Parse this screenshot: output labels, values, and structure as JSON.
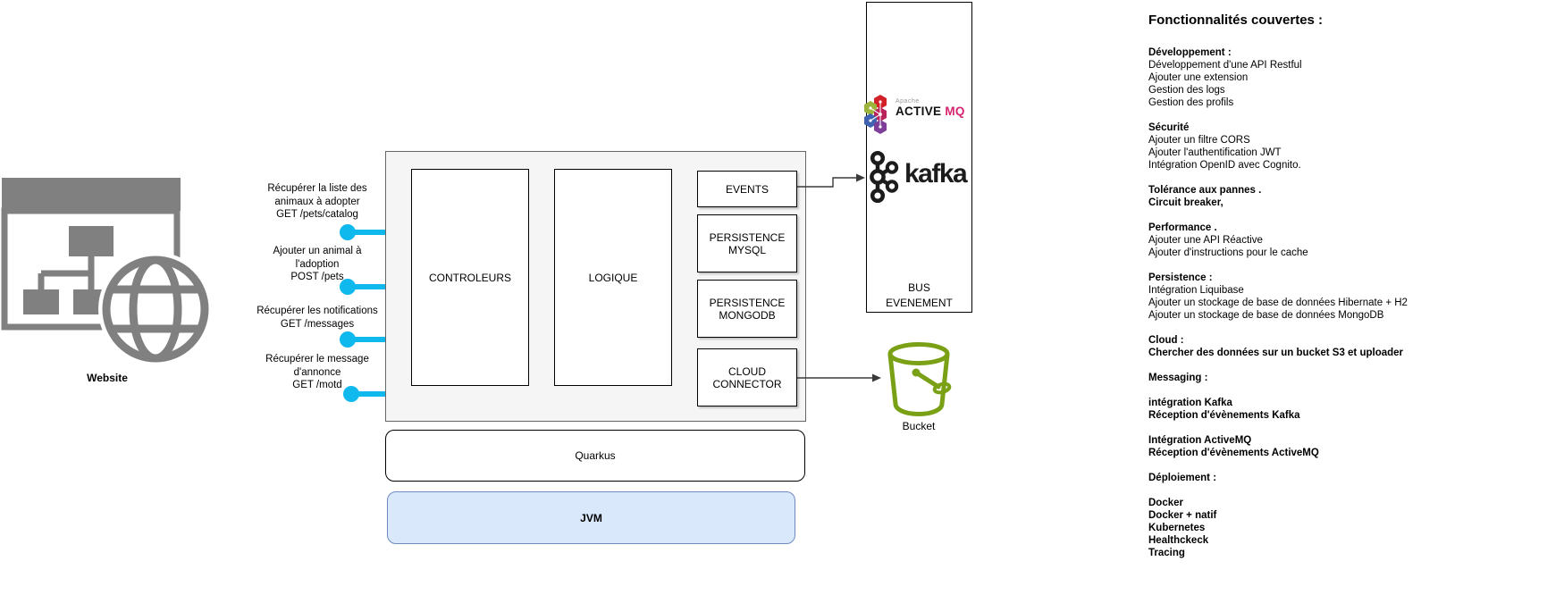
{
  "website": {
    "label": "Website"
  },
  "endpoints": [
    {
      "lines": [
        "Récupérer la liste des",
        "animaux à adopter",
        "GET /pets/catalog"
      ]
    },
    {
      "lines": [
        "Ajouter un animal à",
        "l'adoption",
        "POST /pets"
      ]
    },
    {
      "lines": [
        "Récupérer les notifications",
        "GET /messages"
      ]
    },
    {
      "lines": [
        "Récupérer le message",
        "d'annonce",
        "GET /motd"
      ]
    }
  ],
  "app": {
    "controllers_label": "CONTROLEURS",
    "logic_label": "LOGIQUE",
    "modules": [
      "EVENTS",
      "PERSISTENCE MYSQL",
      "PERSISTENCE MONGODB",
      "CLOUD CONNECTOR"
    ],
    "runtime_label": "Quarkus",
    "jvm_label": "JVM"
  },
  "bus": {
    "label_line1": "BUS",
    "label_line2": "EVENEMENT",
    "activemq_apache": "Apache",
    "activemq_name": "ACTIVE",
    "activemq_suffix": "MQ",
    "kafka_name": "kafka"
  },
  "bucket": {
    "label": "Bucket"
  },
  "features": {
    "title": "Fonctionnalités couvertes :",
    "sections": [
      {
        "lines": [
          {
            "t": "Développement :",
            "b": 1
          },
          {
            "t": "Développement d'une API Restful",
            "b": 0
          },
          {
            "t": "Ajouter une extension",
            "b": 0
          },
          {
            "t": "Gestion des logs",
            "b": 0
          },
          {
            "t": "Gestion des profils",
            "b": 0
          }
        ]
      },
      {
        "lines": [
          {
            "t": "Sécurité",
            "b": 1
          },
          {
            "t": "Ajouter un filtre CORS",
            "b": 0
          },
          {
            "t": "Ajouter l'authentification JWT",
            "b": 0
          },
          {
            "t": "Intégration OpenID avec Cognito.",
            "b": 0
          }
        ]
      },
      {
        "lines": [
          {
            "t": "Tolérance aux pannes .",
            "b": 1
          },
          {
            "t": "Circuit breaker,",
            "b": 1
          }
        ]
      },
      {
        "lines": [
          {
            "t": "Performance .",
            "b": 1
          },
          {
            "t": "Ajouter une API Réactive",
            "b": 0
          },
          {
            "t": "Ajouter d'instructions pour le cache",
            "b": 0
          }
        ]
      },
      {
        "lines": [
          {
            "t": "Persistence :",
            "b": 1
          },
          {
            "t": "Intégration Liquibase",
            "b": 0
          },
          {
            "t": "Ajouter un stockage de base de données Hibernate + H2",
            "b": 0
          },
          {
            "t": "Ajouter un stockage de base de données MongoDB",
            "b": 0
          }
        ]
      },
      {
        "lines": [
          {
            "t": "Cloud :",
            "b": 1
          },
          {
            "t": "Chercher des données sur un bucket S3 et uploader",
            "b": 1
          }
        ]
      },
      {
        "lines": [
          {
            "t": "Messaging :",
            "b": 1
          }
        ]
      },
      {
        "lines": [
          {
            "t": "intégration Kafka",
            "b": 1
          },
          {
            "t": "Réception d'évènements Kafka",
            "b": 1
          }
        ]
      },
      {
        "lines": [
          {
            "t": "Intégration ActiveMQ",
            "b": 1
          },
          {
            "t": "Réception d'évènements ActiveMQ",
            "b": 1
          }
        ]
      },
      {
        "lines": [
          {
            "t": "Déploiement :",
            "b": 1
          }
        ]
      },
      {
        "lines": [
          {
            "t": "Docker",
            "b": 1
          },
          {
            "t": "Docker + natif",
            "b": 1
          },
          {
            "t": "Kubernetes",
            "b": 1
          },
          {
            "t": "Healthckeck",
            "b": 1
          },
          {
            "t": "Tracing",
            "b": 1
          }
        ]
      }
    ]
  },
  "colors": {
    "pin_cyan": "#0fb9ee",
    "bucket_green": "#7aa116",
    "jvm_fill": "#dae8fc",
    "jvm_stroke": "#6c8ebf",
    "activemq_pink": "#d6246e",
    "icon_gray": "#808080"
  }
}
